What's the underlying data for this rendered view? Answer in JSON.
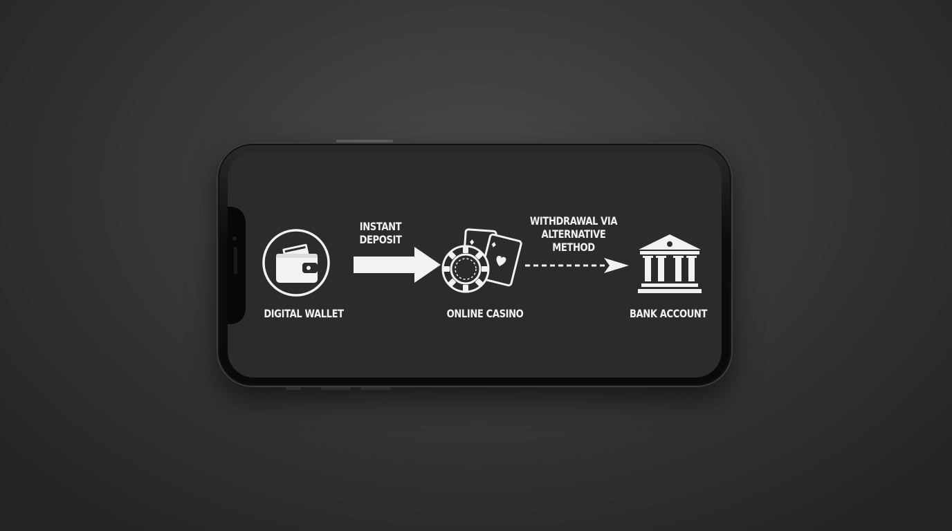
{
  "diagram": {
    "nodes": [
      {
        "id": "wallet",
        "label": "DIGITAL WALLET",
        "icon": "wallet-icon"
      },
      {
        "id": "casino",
        "label": "ONLINE CASINO",
        "icon": "casino-chip-cards-icon"
      },
      {
        "id": "bank",
        "label": "BANK ACCOUNT",
        "icon": "bank-icon"
      }
    ],
    "edges": [
      {
        "from": "wallet",
        "to": "casino",
        "label_lines": [
          "INSTANT",
          "DEPOSIT"
        ],
        "style": "solid"
      },
      {
        "from": "casino",
        "to": "bank",
        "label_lines": [
          "WITHDRAWAL VIA",
          "ALTERNATIVE",
          "METHOD"
        ],
        "style": "dashed"
      }
    ]
  },
  "colors": {
    "background": "#333333",
    "screen": "#2b2b2b",
    "foreground": "#f2f2f2"
  }
}
